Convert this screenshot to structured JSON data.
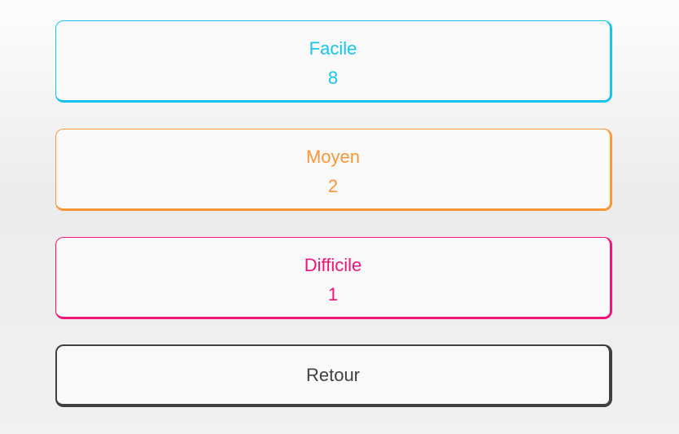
{
  "levels": [
    {
      "name": "Facile",
      "count": "8",
      "color": "#18c4ee"
    },
    {
      "name": "Moyen",
      "count": "2",
      "color": "#fb9637"
    },
    {
      "name": "Difficile",
      "count": "1",
      "color": "#f01478"
    }
  ],
  "back": {
    "label": "Retour",
    "color": "#404040"
  }
}
